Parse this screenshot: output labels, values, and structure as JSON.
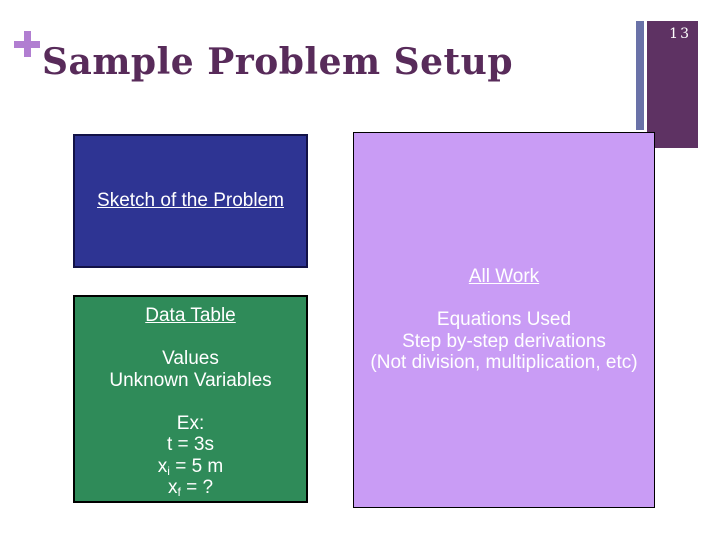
{
  "slide": {
    "page_number": "13",
    "title": "Sample Problem Setup",
    "icons": {
      "plus_icon": "+"
    },
    "colors": {
      "title_text": "#582b5a",
      "plus_icon": "#b17ed1",
      "sketch_box_fill": "#2e3493",
      "data_box_fill": "#2f8b59",
      "work_box_fill": "#c99cf5",
      "decor_dark_panel": "#5e3263",
      "decor_slate_bar": "#6a72a8",
      "box_text": "#ffffff",
      "background": "#ffffff"
    },
    "sketch_box": {
      "label": "Sketch of the Problem"
    },
    "data_box": {
      "heading": "Data Table",
      "values_label": "Values",
      "unknown_label": "Unknown Variables",
      "example_label": "Ex:",
      "time_line": "t = 3s",
      "xi_base": "x",
      "xi_sub": "i",
      "xi_rest": " = 5 m",
      "xf_base": "x",
      "xf_sub": "f",
      "xf_rest": " = ?"
    },
    "work_box": {
      "heading": "All Work",
      "line1": "Equations Used",
      "line2": "Step by-step derivations",
      "line3": "(Not division, multiplication, etc)"
    }
  }
}
